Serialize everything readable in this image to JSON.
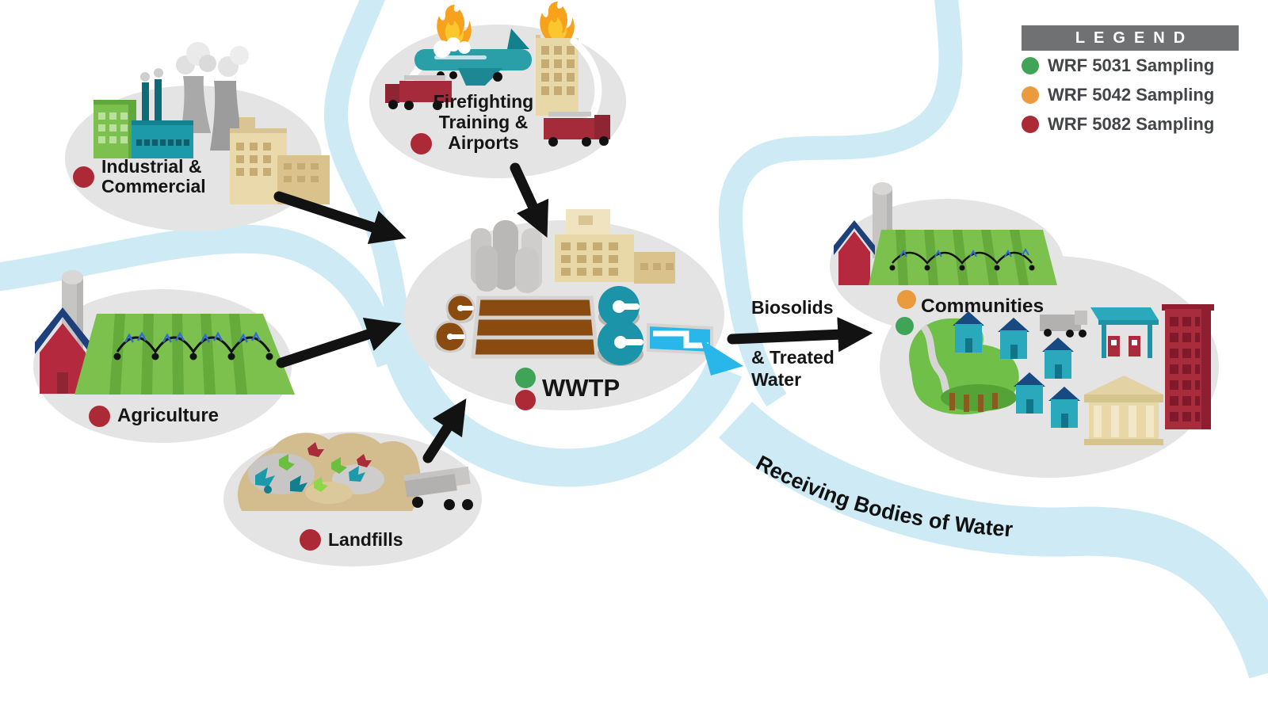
{
  "legend": {
    "title": "LEGEND",
    "items": [
      {
        "id": "wrf-5031",
        "label": "WRF 5031 Sampling",
        "color": "#3fa458"
      },
      {
        "id": "wrf-5042",
        "label": "WRF 5042 Sampling",
        "color": "#ea9b3e"
      },
      {
        "id": "wrf-5082",
        "label": "WRF 5082 Sampling",
        "color": "#ab2a35"
      }
    ]
  },
  "nodes": {
    "industrial": {
      "label": "Industrial &\nCommercial",
      "sampling": [
        "WRF 5082"
      ]
    },
    "firefighting": {
      "label": "Firefighting\nTraining &\nAirports",
      "sampling": [
        "WRF 5082"
      ]
    },
    "agriculture": {
      "label": "Agriculture",
      "sampling": [
        "WRF 5082"
      ]
    },
    "landfills": {
      "label": "Landfills",
      "sampling": [
        "WRF 5082"
      ]
    },
    "wwtp": {
      "label": "WWTP",
      "sampling": [
        "WRF 5031",
        "WRF 5082"
      ]
    },
    "communities": {
      "label": "Communities",
      "sampling": [
        "WRF 5042",
        "WRF 5031"
      ]
    }
  },
  "flows": {
    "biosolids_label": "Biosolids",
    "treated_water_label": "& Treated\nWater",
    "receiving_label": "Receiving Bodies of Water"
  },
  "colors": {
    "river": "#cdeaf5",
    "ellipse": "#e5e4e5",
    "arrow": "#121212",
    "green_dot": "#3fa458",
    "orange_dot": "#ea9b3e",
    "red_dot": "#ab2a35",
    "legend_bar": "#707173",
    "legend_text": "#434447",
    "outfall_cyan": "#29b7ea",
    "basin_brown": "#8a4b10",
    "clarifier_teal": "#1b93a8",
    "field_green": "#7cc14e",
    "barn_red": "#b5293f",
    "roof_navy": "#1d3f7a",
    "house_teal": "#2ba9bc"
  }
}
